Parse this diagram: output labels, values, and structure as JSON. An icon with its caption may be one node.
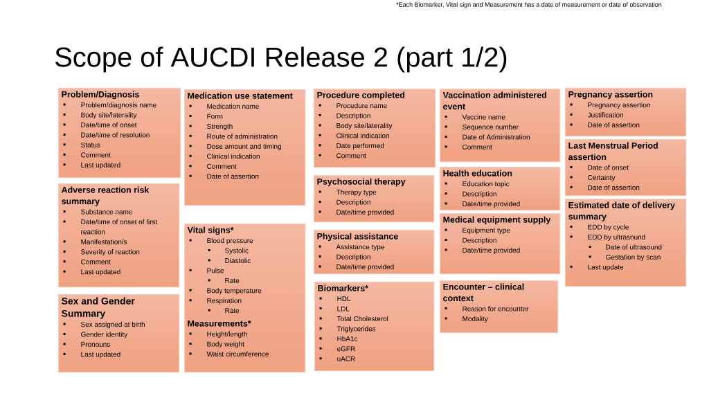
{
  "diagram": {
    "title": "Scope of AUCDI Release 2 (part 1/2)",
    "nodes": [
      {
        "text": [
          "Problem/Diagnosis",
          "Problem/diagnosis name",
          "Body site/laterality",
          "Date/time of onset",
          "Date/time of resolution",
          "Status",
          "Comment",
          "Last updated"
        ]
      },
      {
        "text": [
          "Adverse reaction risk summary",
          "Substance name",
          "Date/time of onset of first reaction",
          "Manifestation/s",
          "Severity of reaction",
          "Comment",
          "Last updated"
        ]
      },
      {
        "text": [
          "Sex and Gender Summary",
          "Sex assigned at birth",
          "Gender identity",
          "Pronouns",
          "Last updated"
        ]
      },
      {
        "text": [
          "Medication use statement",
          "Medication name",
          "Form",
          "Strength",
          "Route of administration",
          "Dose amount and timing",
          "Clinical indication",
          "Comment",
          "Date of assertion"
        ]
      },
      {
        "text": [
          "Vital signs*",
          "Blood pressure",
          "Systolic",
          "Diastolic",
          "Pulse",
          "Rate",
          "Body temperature",
          "Respiration",
          "Rate",
          "Measurements*",
          "Height/length",
          "Body weight",
          "Waist circumference"
        ]
      },
      {
        "text": [
          "Procedure completed",
          "Procedure name",
          "Description",
          "Body site/laterality",
          "Clinical indication",
          "Date performed",
          "Comment"
        ]
      },
      {
        "text": [
          "Psychosocial therapy",
          "Therapy type",
          "Description",
          "Date/time provided"
        ]
      },
      {
        "text": [
          "Physical assistance",
          "Assistance type",
          "Description",
          "Date/time provided"
        ]
      },
      {
        "text": [
          "Biomarkers*",
          "HDL",
          "LDL",
          "Total Cholesterol",
          "Triglycerides",
          "HbA1c",
          "eGFR",
          "uACR"
        ]
      },
      {
        "text": [
          "Vaccination administered event",
          "Vaccine name",
          "Sequence number",
          "Date of Administration",
          "Comment"
        ]
      },
      {
        "text": [
          "Health education",
          "Education topic",
          "Description",
          "Date/time provided"
        ]
      },
      {
        "text": [
          "Medical equipment supply",
          "Equipment type",
          "Description",
          "Date/time provided"
        ]
      },
      {
        "text": [
          "Encounter – clinical context",
          "Reason for encounter",
          "Modality"
        ]
      },
      {
        "text": [
          "Pregnancy assertion",
          "Pregnancy assertion",
          "Justification",
          "Date of assertion"
        ]
      },
      {
        "text": [
          "Last Menstrual Period assertion",
          "Date of onset",
          "Certainty",
          "Date of assertion"
        ]
      },
      {
        "text": [
          "Estimated date of delivery summary",
          "EDD by cycle",
          "EDD by ultrasound",
          "Date of ultrasound",
          "Gestation by scan",
          "Last update"
        ]
      }
    ],
    "labels": [
      "*Each Biomarker, Vital sign and Measurement has a date of measurement or date of observation"
    ]
  }
}
